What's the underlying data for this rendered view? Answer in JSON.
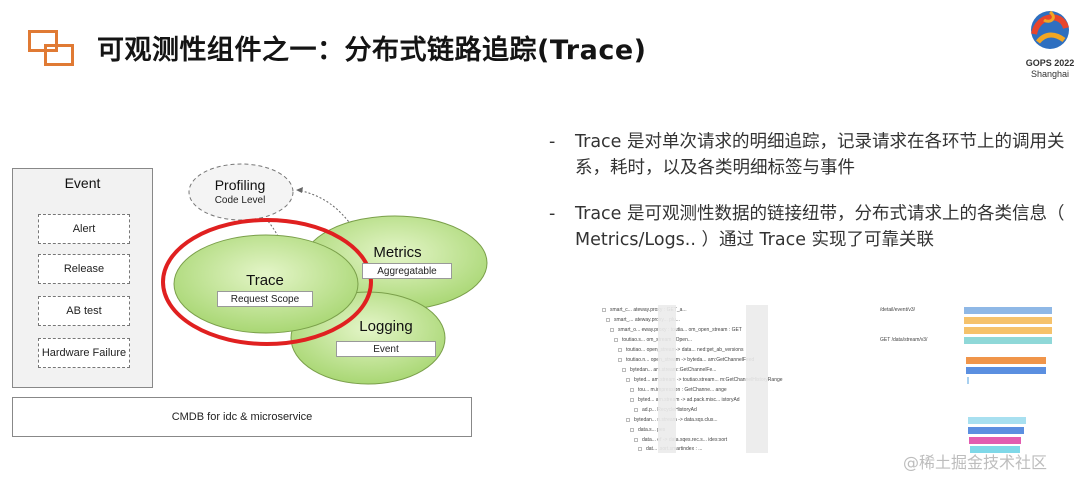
{
  "header": {
    "title": "可观测性组件之一：分布式链路追踪(Trace)",
    "gops_line1": "GOPS 2022",
    "gops_line2": "Shanghai"
  },
  "diagram": {
    "event_panel": {
      "title": "Event",
      "items": [
        "Alert",
        "Release",
        "AB test",
        "Hardware Failure"
      ]
    },
    "cmdb": "CMDB for idc & microservice",
    "profiling": {
      "label": "Profiling",
      "sub": "Code Level"
    },
    "metrics": {
      "label": "Metrics",
      "sub": "Aggregatable"
    },
    "trace": {
      "label": "Trace",
      "sub": "Request Scope"
    },
    "logging": {
      "label": "Logging",
      "sub": "Event"
    }
  },
  "bullets": [
    {
      "dash": "-",
      "text": "Trace 是对单次请求的明细追踪，记录请求在各环节上的调用关系，耗时，以及各类明细标签与事件"
    },
    {
      "dash": "-",
      "text": "Trace 是可观测性数据的链接纽带，分布式请求上的各类信息（ Metrics/Logs.. ）通过 Trace 实现了可靠关联"
    }
  ],
  "trace_rows": [
    {
      "text": "smart_c...        ateway.proxy : GET_a...",
      "extra": "/detail/event/v3/",
      "color": "#8fb8e6"
    },
    {
      "text": "smart_...        ateway.proxy... plu...",
      "extra": "",
      "color": "#f5c26b"
    },
    {
      "text": "smart_o...     eway.proxy : toutia...      om_open_stream : GET",
      "extra": "",
      "color": "#f5c26b"
    },
    {
      "text": "toutiao.s...     om_stream : Open...",
      "extra": "GET /data/stream/v3/",
      "color": "#8fd8d8"
    },
    {
      "text": "toutiao...     open_stream-> data...      ned:get_ab_versions",
      "extra": "",
      "color": "#ffffff"
    },
    {
      "text": "toutiao.n...     open_stream -> byteda...     am:GetChannelFeed",
      "extra": "",
      "color": "#f0954a"
    },
    {
      "text": "bytedan...     am.stream::GetChannelFe...",
      "extra": "",
      "color": "#5b8fe0"
    },
    {
      "text": "byted...     am.stream -> toutiao.stream...      m:GetChannelHistoryRange",
      "extra": "",
      "color": "#a8d0f0"
    },
    {
      "text": "tou...     m.impression : GetChanne...      ange",
      "extra": "",
      "color": "#ffffff"
    },
    {
      "text": "byted...     am.stream -> ad.pack.misc...     istoryAd",
      "extra": "",
      "color": "#ffffff"
    },
    {
      "text": "ad.p...     RecycleHistoryAd",
      "extra": "",
      "color": "#ffffff"
    },
    {
      "text": "bytedan...     n.stream -> data.sqs.clus...",
      "extra": "",
      "color": "#a8e0f0"
    },
    {
      "text": "data.s...     pes",
      "extra": "",
      "color": "#5b8fe0"
    },
    {
      "text": "data...     ef -> data.sqes.rec.s...     ides:sort",
      "extra": "",
      "color": "#e25cb0"
    },
    {
      "text": "dat...     .sort.smartindex : ...",
      "extra": "",
      "color": "#7fd8e8"
    }
  ],
  "watermark": "@稀土掘金技术社区"
}
